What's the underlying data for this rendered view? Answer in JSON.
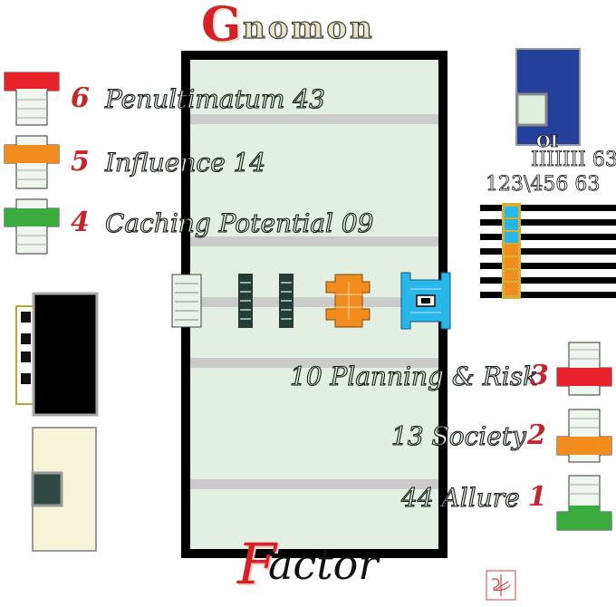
{
  "title": {
    "initial": "G",
    "rest": "nomon"
  },
  "footer": {
    "initial": "F",
    "rest": "actor"
  },
  "left_labels": [
    {
      "number": "6",
      "text": "Penultimatum 43",
      "color": "#e8222a"
    },
    {
      "number": "5",
      "text": "Influence 14",
      "color": "#f28c1e"
    },
    {
      "number": "4",
      "text": "Caching Potential 09",
      "color": "#3bab3f"
    }
  ],
  "right_labels": [
    {
      "number": "3",
      "text": "10 Planning & Risk",
      "color": "#e8222a"
    },
    {
      "number": "2",
      "text": "13 Society",
      "color": "#f28c1e"
    },
    {
      "number": "1",
      "text": "44 Allure",
      "color": "#3bab3f"
    }
  ],
  "side_panel": {
    "line1": "OI",
    "line2": "IIIIIII 63",
    "line3": "123\\456 63"
  },
  "colors": {
    "board_fill": "#e2efe2",
    "band": "#cbcbcb",
    "panel_blue": "#23409a",
    "cyan": "#29b6e8",
    "orange": "#f28c1e",
    "dark_teal": "#243d36",
    "cream": "#f6f4d8"
  }
}
